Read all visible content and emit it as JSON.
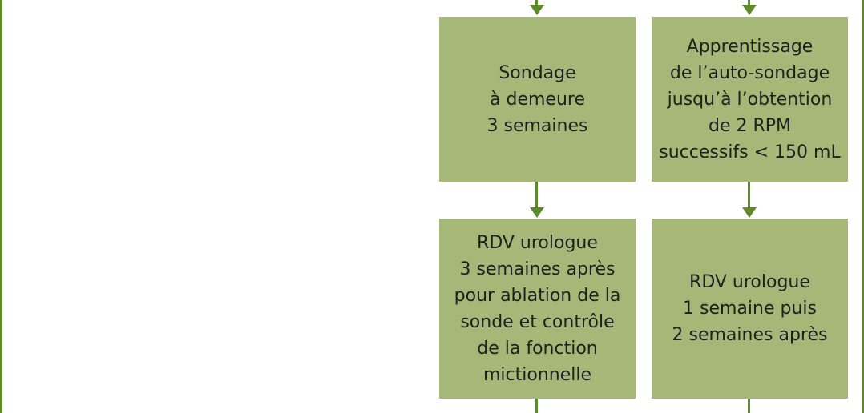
{
  "colors": {
    "box_fill": "#a6b877",
    "line": "#5e8a2c",
    "text": "#1f1f1f"
  },
  "boxes": {
    "left_top": "Sondage\nà demeure\n3 semaines",
    "right_top": "Apprentissage\nde l’auto-sondage\njusqu’à l’obtention\nde 2 RPM\nsuccessifs < 150 mL",
    "left_bottom": "RDV urologue\n3 semaines après\npour ablation de la\nsonde et contrôle\nde la fonction\nmictionnelle",
    "right_bottom": "RDV urologue\n1 semaine puis\n2 semaines après"
  }
}
